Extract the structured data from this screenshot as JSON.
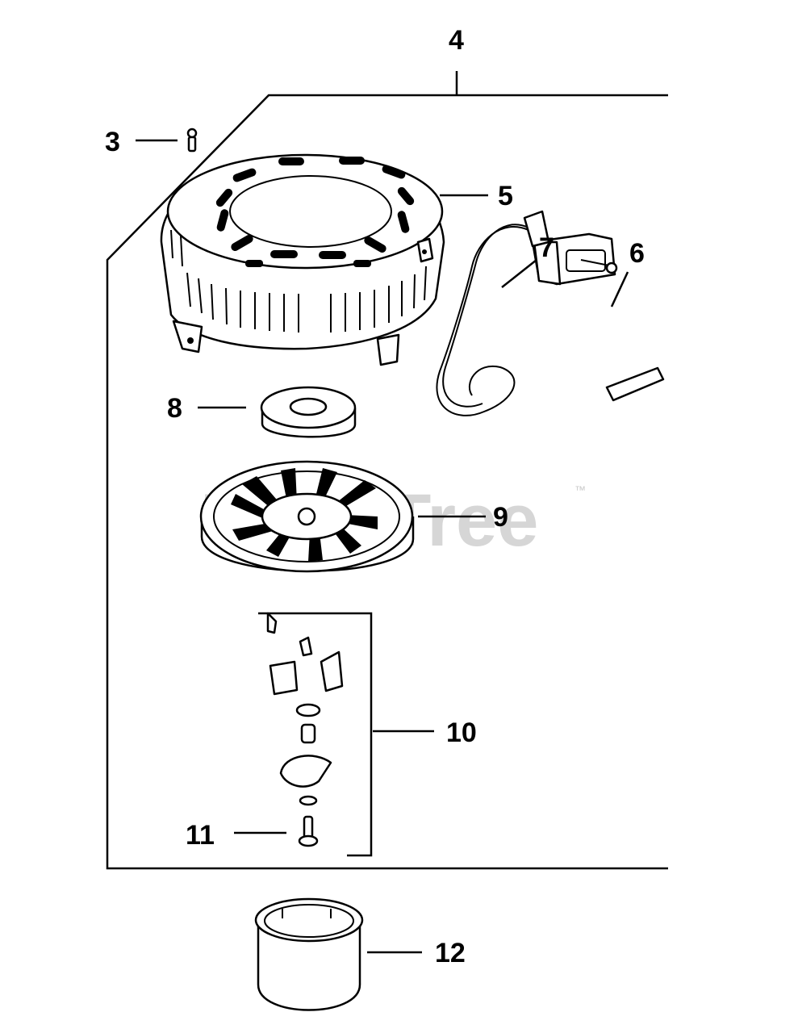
{
  "watermark": {
    "text": "PartsTree",
    "trademark": "™"
  },
  "callouts": [
    {
      "id": "3",
      "label": "3"
    },
    {
      "id": "4",
      "label": "4"
    },
    {
      "id": "5",
      "label": "5"
    },
    {
      "id": "6",
      "label": "6"
    },
    {
      "id": "7",
      "label": "7"
    },
    {
      "id": "8",
      "label": "8"
    },
    {
      "id": "9",
      "label": "9"
    },
    {
      "id": "10",
      "label": "10"
    },
    {
      "id": "11",
      "label": "11"
    },
    {
      "id": "12",
      "label": "12"
    }
  ]
}
